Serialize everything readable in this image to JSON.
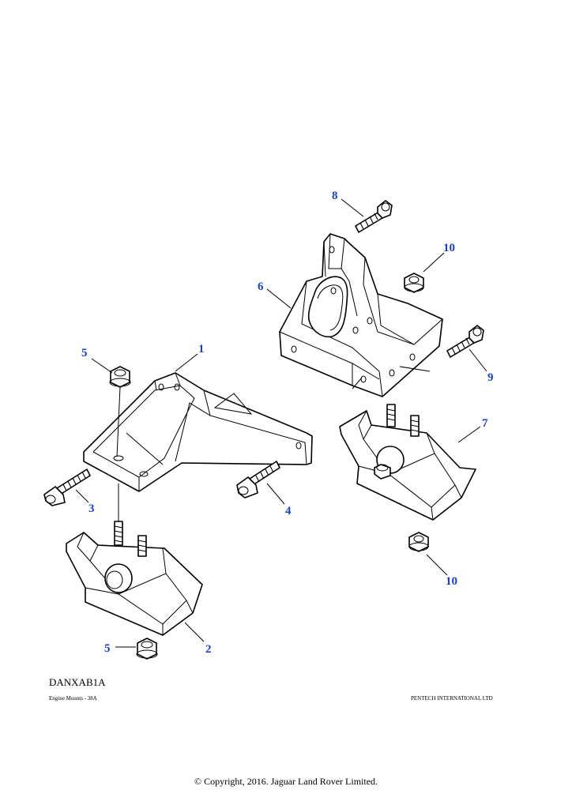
{
  "callouts": {
    "c1": "1",
    "c2": "2",
    "c3": "3",
    "c4": "4",
    "c5a": "5",
    "c5b": "5",
    "c6": "6",
    "c7": "7",
    "c8": "8",
    "c9": "9",
    "c10a": "10",
    "c10b": "10"
  },
  "footer": {
    "drawing_id": "DANXAB1A",
    "section": "Engine Mounts - 38A",
    "publisher": "PENTECH INTERNATIONAL LTD",
    "copyright": "© Copyright, 2016. Jaguar Land Rover Limited."
  },
  "colors": {
    "callout": "#1a3fd8",
    "line": "#000000",
    "background": "#ffffff"
  }
}
